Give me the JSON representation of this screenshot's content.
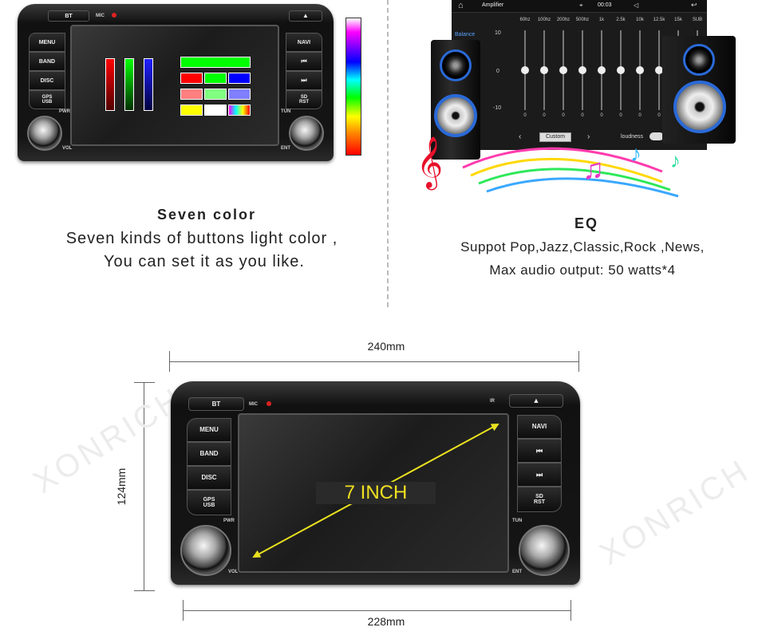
{
  "top_left": {
    "unit_buttons": {
      "bt": "BT",
      "mic": "MIC",
      "menu": "MENU",
      "band": "BAND",
      "disc": "DISC",
      "gps": "GPS",
      "usb": "USB",
      "navi": "NAVI",
      "sd": "SD",
      "rst": "RST",
      "pwr": "PWR",
      "vol": "VOL",
      "tun": "TUN",
      "ent": "ENT"
    },
    "caption_title": "Seven color",
    "caption_line1": "Seven kinds of buttons light color ,",
    "caption_line2": "You can set it as you like.",
    "color_grid": [
      "#00ff00",
      "#ff0000",
      "#00ff00",
      "#0000ff",
      "#ff8080",
      "#80ff80",
      "#8080ff",
      "#ffff00",
      "#ffffff",
      "#ff00ff"
    ]
  },
  "top_right": {
    "app_title": "Amplifier",
    "clock": "00:03",
    "balance_label": "Balance",
    "eq_bands": [
      "60hz",
      "100hz",
      "200hz",
      "500hz",
      "1k",
      "2.5k",
      "10k",
      "12.5k",
      "15k",
      "SUB"
    ],
    "eq_scale": [
      "10",
      "0",
      "-10"
    ],
    "eq_levels": [
      0,
      0,
      0,
      0,
      0,
      0,
      0,
      0,
      0,
      0
    ],
    "preset": "Custom",
    "loudness_label": "loudness",
    "caption_title": "EQ",
    "caption_line1": "Suppot Pop,Jazz,Classic,Rock ,News,",
    "caption_line2": "Max audio output: 50 watts*4"
  },
  "bottom": {
    "width_top": "240mm",
    "height_left": "124mm",
    "width_bottom": "228mm",
    "screen_size": "7  INCH",
    "watermark": "XONRICH",
    "unit_buttons": {
      "bt": "BT",
      "mic": "MIC",
      "ir": "IR",
      "menu": "MENU",
      "band": "BAND",
      "disc": "DISC",
      "gps": "GPS",
      "usb": "USB",
      "navi": "NAVI",
      "sd": "SD",
      "rst": "RST",
      "pwr": "PWR",
      "vol": "VOL",
      "tun": "TUN",
      "ent": "ENT"
    }
  }
}
